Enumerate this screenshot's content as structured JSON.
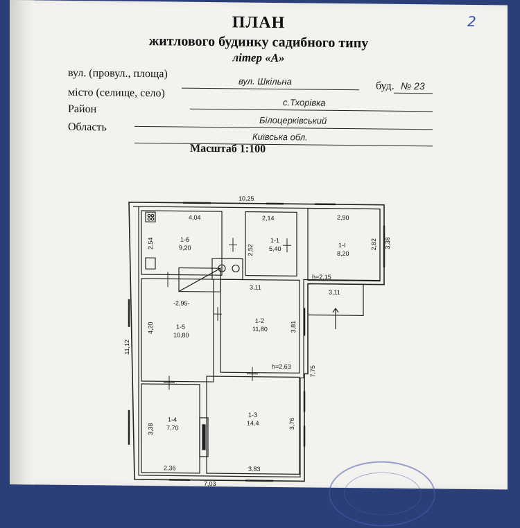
{
  "header": {
    "title": "ПЛАН",
    "subtitle": "житлового будинку садибного типу",
    "letter": "літер «А»"
  },
  "page_number": "2",
  "address": {
    "street_label": "вул. (провул., площа)",
    "street_value": "вул. Шкільна",
    "building_label": "буд.",
    "building_value": "№ 23",
    "city_label": "місто (селище, село)",
    "city_value": "с.Тхорівка",
    "district_label": "Район",
    "district_value": "Білоцерківський",
    "region_label": "Область",
    "region_value": "Київська обл."
  },
  "scale": "Масштаб 1:100",
  "plan": {
    "overall_top": "10,25",
    "overall_bottom": "7,03",
    "overall_left": "11,12",
    "right_side": "7,75",
    "rooms": [
      {
        "id": "1-6",
        "area": "9,20",
        "top_dim": "4,04",
        "side_dim": "2,54"
      },
      {
        "id": "1-1",
        "area": "5,40",
        "top_dim": "2,14",
        "side_dim": "2,52"
      },
      {
        "id": "1-І",
        "area": "8,20",
        "top_dim": "2,90",
        "side_dim": "2,82"
      },
      {
        "id": "1-5",
        "area": "10,80",
        "top_dim": "-2,95-",
        "side_dim": "4,20"
      },
      {
        "id": "1-2",
        "area": "11,80",
        "top_dim": "3,11",
        "side_dim": "3,81"
      },
      {
        "id": "1-4",
        "area": "7,70",
        "bottom_dim": "2,36",
        "side_dim": "3,38"
      },
      {
        "id": "1-3",
        "area": "14,4",
        "bottom_dim": "3,83",
        "side_dim": "3,76"
      }
    ],
    "extra_dims": {
      "veranda_outer": "3,38",
      "porch_width": "3,11",
      "height_veranda": "h=2.15",
      "height_main": "h=2.63"
    }
  }
}
